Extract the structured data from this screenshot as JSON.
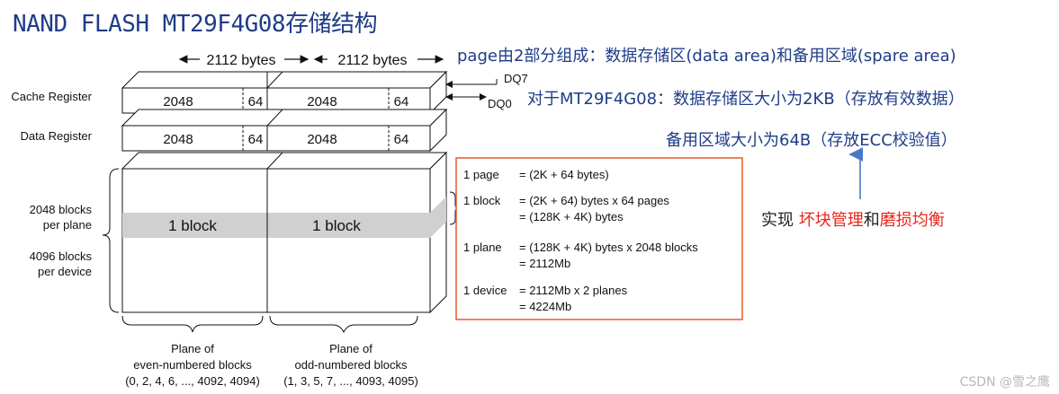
{
  "title": "NAND FLASH MT29F4G08存储结构",
  "diagram": {
    "top_bytes_left": "2112 bytes",
    "top_bytes_right": "2112 bytes",
    "cache_register_label": "Cache Register",
    "data_register_label": "Data Register",
    "reg_main": "2048",
    "reg_spare": "64",
    "dq7": "DQ7",
    "dq0": "DQ0",
    "block_label": "1 block",
    "blocks_per_plane_1": "2048 blocks",
    "blocks_per_plane_2": "per plane",
    "blocks_per_device_1": "4096 blocks",
    "blocks_per_device_2": "per device",
    "plane_even": [
      "Plane of",
      "even-numbered blocks",
      "(0, 2, 4, 6, ..., 4092, 4094)"
    ],
    "plane_odd": [
      "Plane of",
      "odd-numbered blocks",
      "(1, 3, 5, 7, ..., 4093, 4095)"
    ]
  },
  "info_box": {
    "rows": [
      {
        "key": "1 page",
        "lines": [
          "=   (2K + 64 bytes)"
        ]
      },
      {
        "key": "1 block",
        "lines": [
          "=   (2K + 64) bytes x 64 pages",
          "=   (128K + 4K) bytes"
        ]
      },
      {
        "key": "1 plane",
        "lines": [
          "=   (128K + 4K) bytes x 2048 blocks",
          "=   2112Mb"
        ]
      },
      {
        "key": "1 device",
        "lines": [
          "=   2112Mb x 2 planes",
          "=   4224Mb"
        ]
      }
    ],
    "border_color": "#e55a2b"
  },
  "notes": {
    "page_parts": "page由2部分组成：数据存储区(data area)和备用区域(spare area)",
    "data_area_size": "对于MT29F4G08：数据存储区大小为2KB（存放有效数据）",
    "spare_area_size": "备用区域大小为64B（存放ECC校验值）",
    "implement_prefix": "实现",
    "bad_block": "坏块管理",
    "and": "和",
    "wear_leveling": "磨损均衡"
  },
  "watermark": "CSDN @雪之鹰",
  "colors": {
    "accent_blue": "#1f3c88",
    "red": "#e8251a",
    "arrow_blue": "#4a78c8",
    "block_gray": "#d0d0d0"
  }
}
